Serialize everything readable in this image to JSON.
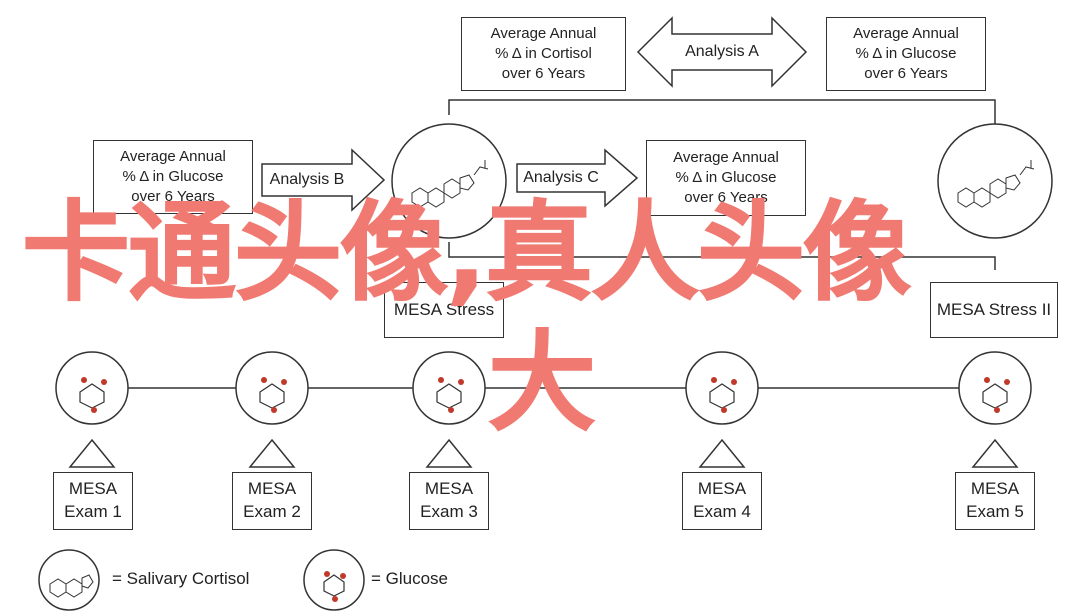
{
  "top_left_box": [
    "Average Annual",
    "% Δ in Cortisol",
    "over 6 Years"
  ],
  "top_right_box": [
    "Average Annual",
    "% Δ in Glucose",
    "over 6 Years"
  ],
  "analysis_a": "Analysis A",
  "mid_left_box": [
    "Average Annual",
    "% Δ in Glucose",
    "over 6 Years"
  ],
  "analysis_b": "Analysis B",
  "analysis_c": "Analysis C",
  "mid_right_box": [
    "Average Annual",
    "% Δ in Glucose",
    "over 6 Years"
  ],
  "stress_left": "MESA Stress",
  "stress_right": "MESA Stress II",
  "exams": [
    {
      "line1": "MESA",
      "line2": "Exam 1"
    },
    {
      "line1": "MESA",
      "line2": "Exam 2"
    },
    {
      "line1": "MESA",
      "line2": "Exam 3"
    },
    {
      "line1": "MESA",
      "line2": "Exam 4"
    },
    {
      "line1": "MESA",
      "line2": "Exam 5"
    }
  ],
  "legend": {
    "cortisol": "= Salivary Cortisol",
    "glucose": "= Glucose"
  },
  "overlay": {
    "line1": "卡通头像,真人头像",
    "line2": "大"
  },
  "colors": {
    "overlay": "#f07a72",
    "stroke": "#333333",
    "glucose_red": "#c0392b"
  }
}
